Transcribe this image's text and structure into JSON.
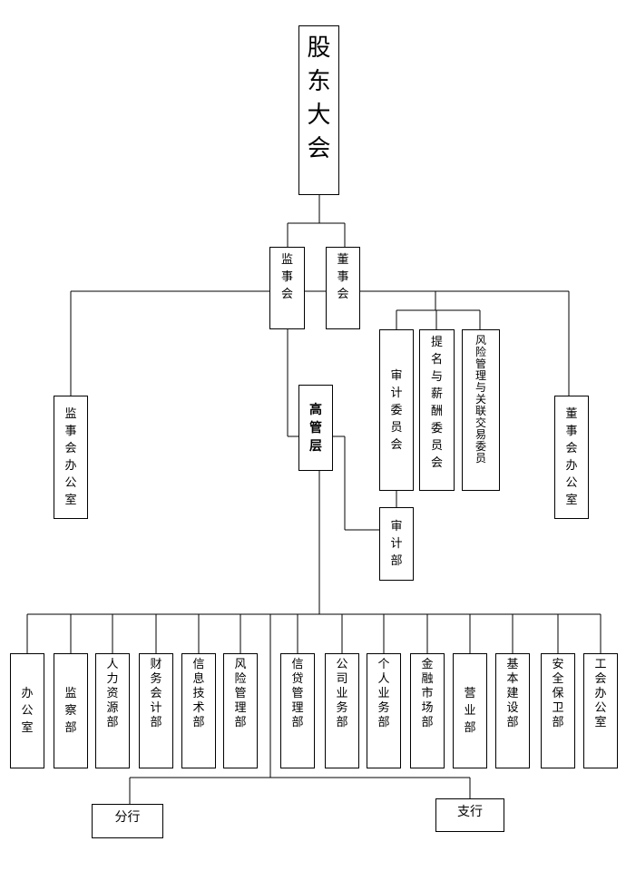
{
  "nodes": {
    "gudong": "股东大会",
    "jianshihui": "监事会",
    "dongshihui": "董事会",
    "jianshi_bgs": "监事会办公室",
    "shenji_wyh": "审计委员会",
    "timing_wyh": "提名与薪酬委员会",
    "fengxian_wyh": "风险管理与关联交易委员",
    "dongshi_bgs": "董事会办公室",
    "gaoguan": "高管层",
    "shenjibu": "审计部",
    "bangongshi": "办公室",
    "jianchabu": "监察部",
    "renli": "人力资源部",
    "caiwu": "财务会计部",
    "xinxi": "信息技术部",
    "fengxianbu": "风险管理部",
    "xindai": "信贷管理部",
    "gongsi": "公司业务部",
    "geren": "个人业务部",
    "jinrong": "金融市场部",
    "yingye": "营业部",
    "jiben": "基本建设部",
    "anquan": "安全保卫部",
    "gonghui": "工会办公室",
    "fenhang": "分行",
    "zhihang": "支行"
  }
}
